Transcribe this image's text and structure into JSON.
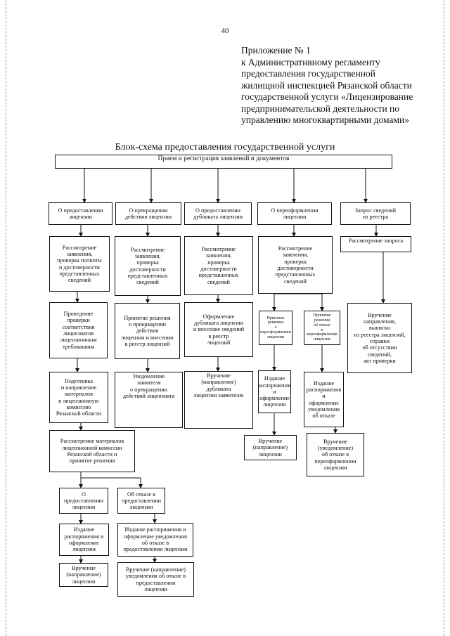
{
  "page_number": "40",
  "appendix": {
    "lines": [
      "Приложение № 1",
      "к Административному регламенту",
      "предоставления государственной",
      "жилищной инспекцией Рязанской области",
      "государственной услуги «Лицензирование",
      "предпринимательской деятельности по",
      "управлению многоквартирными домами»"
    ]
  },
  "diagram": {
    "title": "Блок-схема предоставления государственной услуги",
    "intake": "Прием и регистрация заявлений и документов",
    "branches": {
      "issue": {
        "header": "О предоставлении\nлицензии",
        "steps": [
          "Рассмотрение\nзаявления,\nпроверка полноты\nи достоверности\nпредставленных\nсведений",
          "Проведение\nпроверки\nсоответствия\nлицензиатов\nлицензионным\nтребованиям",
          "Подготовка\nи направление\nматериалов\nв лицензионную\nкомиссию\nРязанской области",
          "Рассмотрение материалов\nлицензионной комиссии\nРязанской области и\nпринятие решения"
        ],
        "grant": {
          "decision": "О\nпредоставлении\nлицензии",
          "order": "Издание\nраспоряжения и\nоформление\nлицензии",
          "delivery": "Вручение\n(направление)\nлицензии"
        },
        "refuse": {
          "decision": "Об отказе в\nпредоставлении\nлицензии",
          "order": "Издание распоряжения и\nоформление уведомления\nоб отказе в\nпредоставлении лицензии",
          "delivery": "Вручение (направление)\nуведомления об отказе в\nпредоставлении\nлицензии"
        }
      },
      "terminate": {
        "header": "О прекращении\nдействия лицензии",
        "steps": [
          "Рассмотрение\nзаявления,\nпроверка\nдостоверности\nпредставленных\nсведений",
          "Принятие решения\nо прекращении\nдействия\nлицензии и внесении\nв реестр лицензий",
          "Уведомление\nзаявителя\nо прекращении\nдействий лицензиата"
        ]
      },
      "duplicate": {
        "header": "О предоставлении\nдубликата лицензии",
        "steps": [
          "Рассмотрение\nзаявления,\nпроверка\nдостоверности\nпредставленных\nсведений",
          "Оформление\nдубликата лицензии\nи внесение сведений\nв реестр\nлицензий",
          "Вручение\n(направление)\nдубликата\nлицензии заявителю"
        ]
      },
      "reissue": {
        "header": "О переоформлении\nлицензии",
        "steps": [
          "Рассмотрение\nзаявления,\nпроверка\nдостоверности\nпредставленных\nсведений"
        ],
        "accept": {
          "decision": "Принятие\nрешения\nо\nпереоформлении\nлицензии",
          "order": "Издание\nраспоряжения\nи\nоформление\nлицензии",
          "delivery": "Вручение\n(направление)\nлицензии"
        },
        "refuse": {
          "decision": "Принятие\nрешения\nоб отказе\nв\nпереоформлении\nлицензии",
          "order": "Издание\nраспоряжения\nи\nоформление\nуведомления\nоб отказе",
          "delivery": "Вручение\n(уведомление)\nоб отказе в\nпереоформлении\nлицензии"
        }
      },
      "registry": {
        "header": "Запрос сведений\nиз реестра",
        "steps": [
          "Рассмотрение запроса",
          "Вручение\nнаправления,\nвыписки\nиз реестра лицензий,\nсправки\nоб отсутствии\nсведений,\nакт проверки"
        ]
      }
    }
  }
}
